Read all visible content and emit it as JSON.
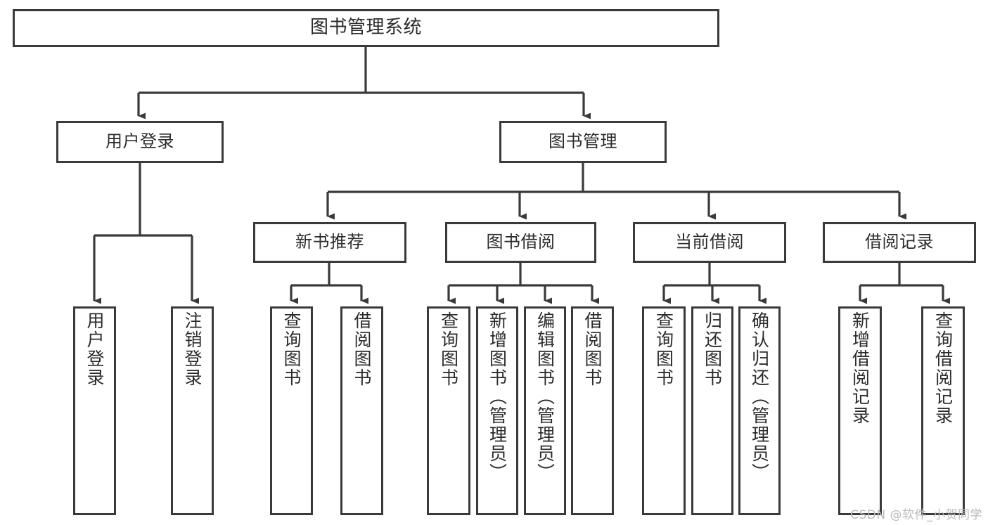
{
  "diagram": {
    "title": "图书管理系统",
    "type": "tree-hierarchy",
    "style": {
      "border_color": "#3a3a3a",
      "fill_color": "#ffffff",
      "text_color": "#2b2b2b",
      "background": "#ffffff"
    },
    "root": {
      "label": "图书管理系统"
    },
    "level2": [
      {
        "id": "user-login",
        "label": "用户登录"
      },
      {
        "id": "book-management",
        "label": "图书管理"
      }
    ],
    "level3": [
      {
        "id": "new-book-recommend",
        "label": "新书推荐",
        "parent": "book-management"
      },
      {
        "id": "book-borrow",
        "label": "图书借阅",
        "parent": "book-management"
      },
      {
        "id": "current-borrow",
        "label": "当前借阅",
        "parent": "book-management"
      },
      {
        "id": "borrow-record",
        "label": "借阅记录",
        "parent": "book-management"
      }
    ],
    "leaves": {
      "user_login": [
        {
          "id": "leaf-user-login",
          "label": "用户登录"
        },
        {
          "id": "leaf-logout-login",
          "label": "注销登录"
        }
      ],
      "new_book_recommend": [
        {
          "id": "leaf-query-book-1",
          "label": "查询图书"
        },
        {
          "id": "leaf-borrow-book-1",
          "label": "借阅图书"
        }
      ],
      "book_borrow": [
        {
          "id": "leaf-query-book-2",
          "label": "查询图书"
        },
        {
          "id": "leaf-add-book",
          "label": "新增图书（管理员）"
        },
        {
          "id": "leaf-edit-book",
          "label": "编辑图书（管理员）"
        },
        {
          "id": "leaf-borrow-book-2",
          "label": "借阅图书"
        }
      ],
      "current_borrow": [
        {
          "id": "leaf-query-book-3",
          "label": "查询图书"
        },
        {
          "id": "leaf-return-book",
          "label": "归还图书"
        },
        {
          "id": "leaf-confirm-return",
          "label": "确认归还（管理员）"
        }
      ],
      "borrow_record": [
        {
          "id": "leaf-add-record",
          "label": "新增借阅记录"
        },
        {
          "id": "leaf-query-record",
          "label": "查询借阅记录"
        }
      ]
    }
  },
  "watermark": {
    "text": "CSDN @软件_小贺同学"
  }
}
